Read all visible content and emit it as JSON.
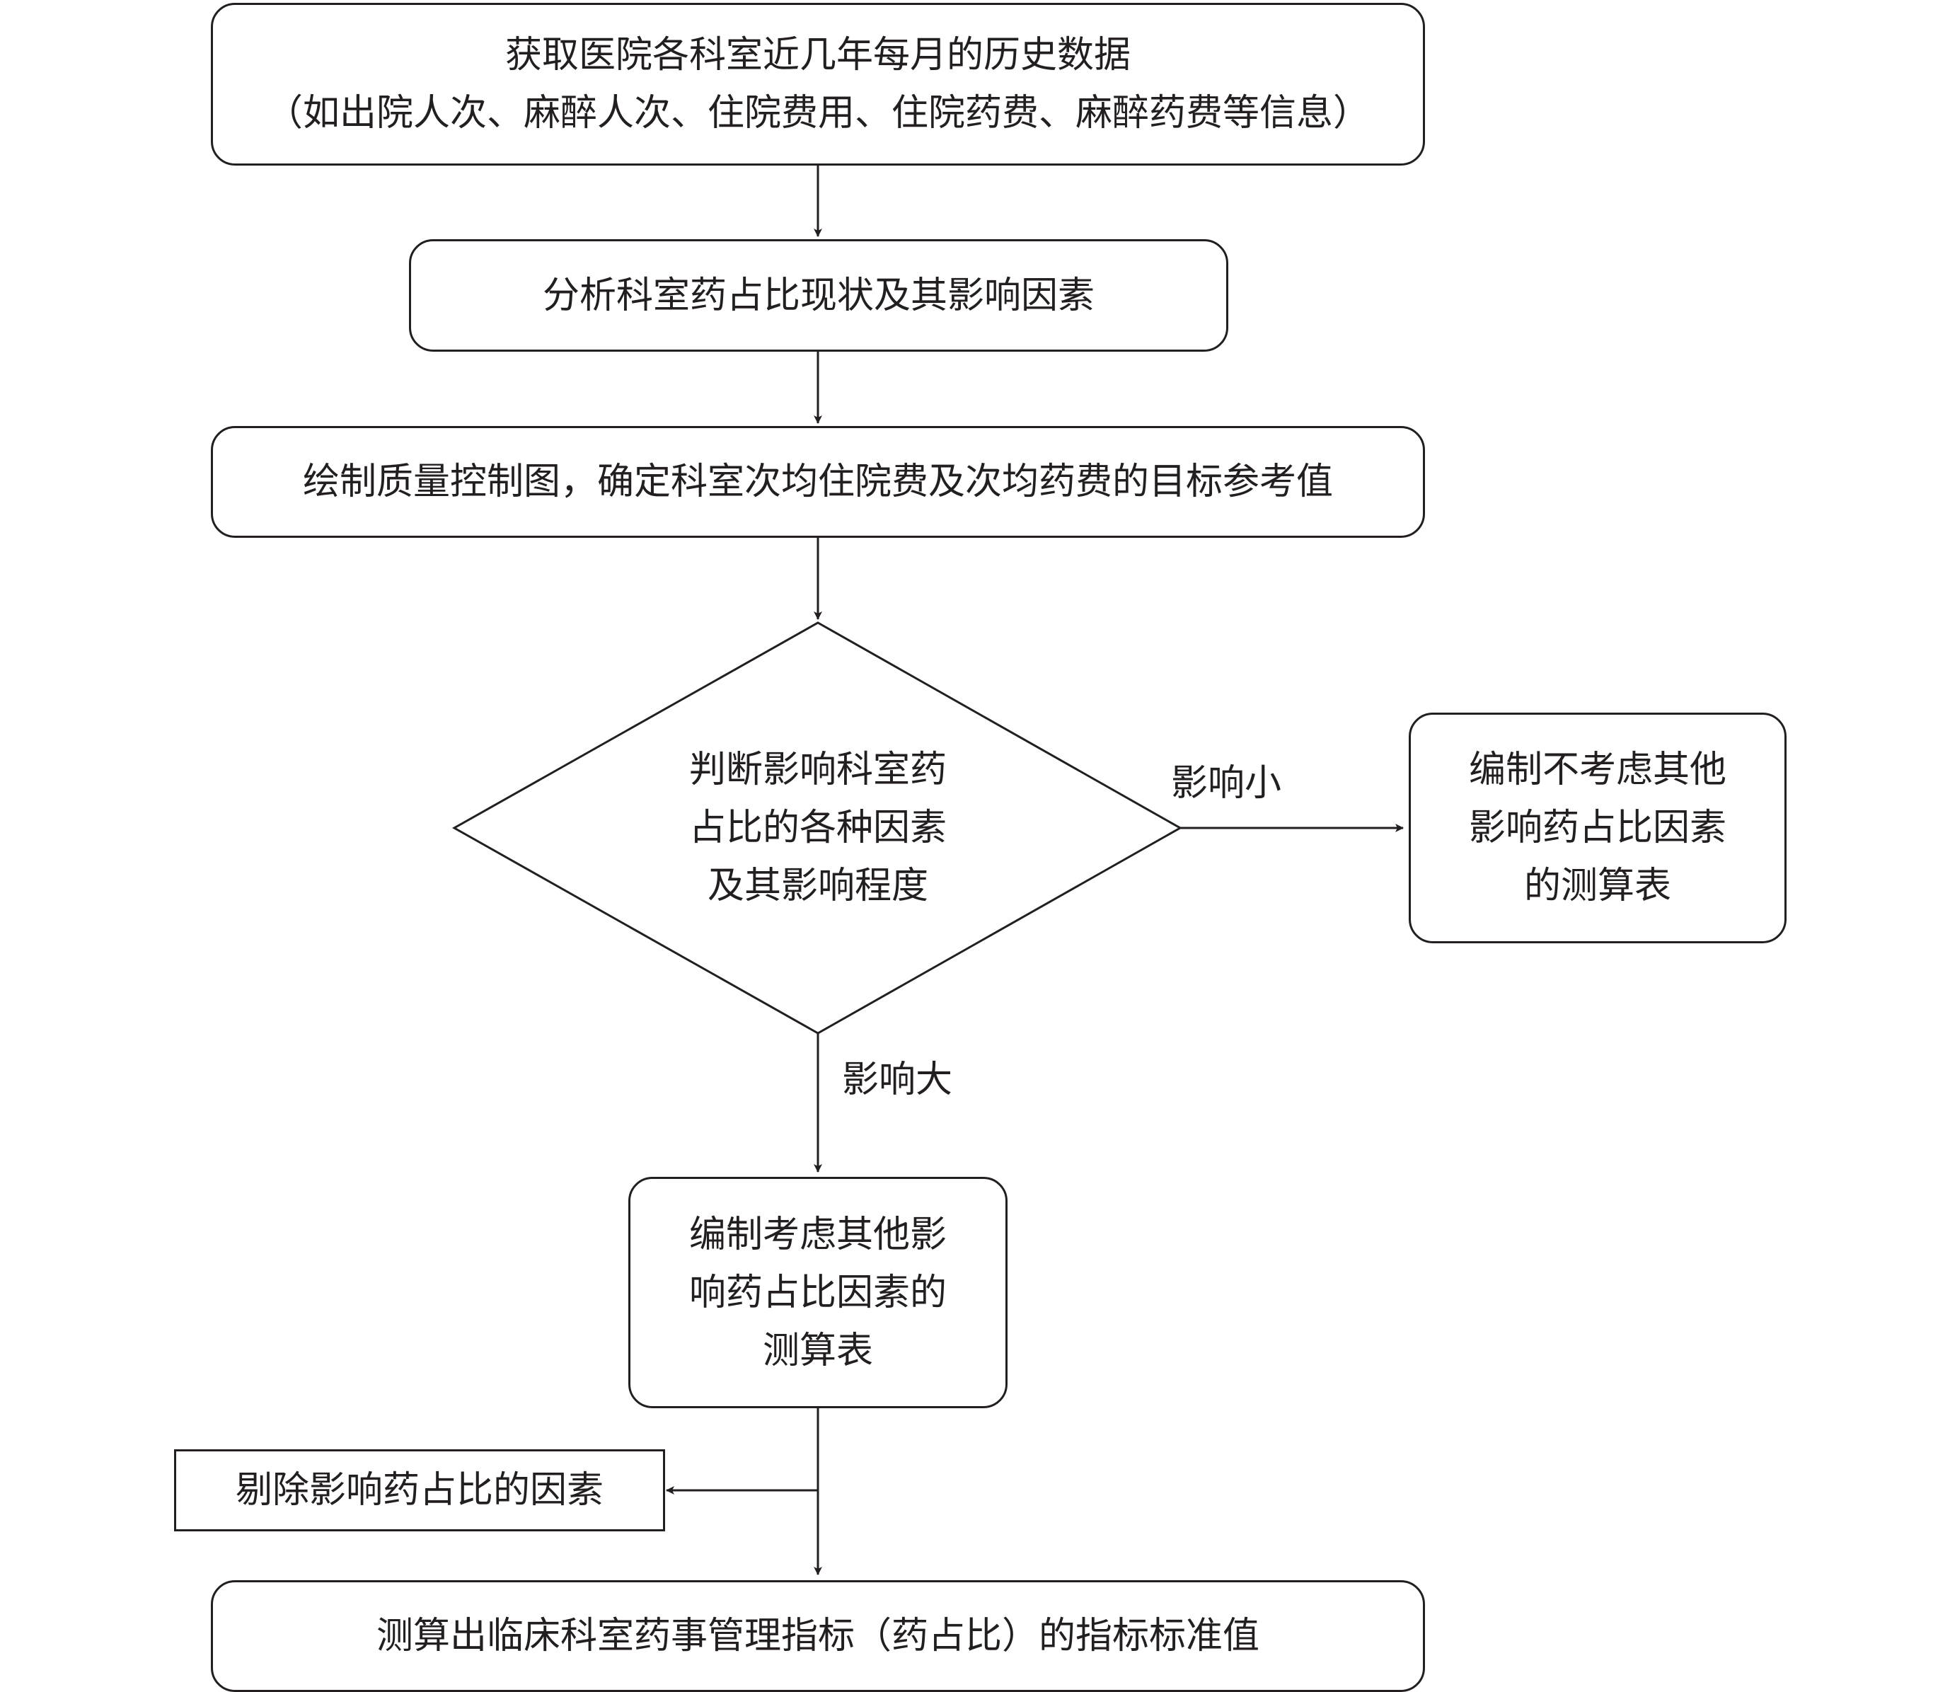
{
  "nodes": {
    "step1": {
      "lines": [
        "获取医院各科室近几年每月的历史数据",
        "（如出院人次、麻醉人次、住院费用、住院药费、麻醉药费等信息）"
      ]
    },
    "step2": {
      "lines": [
        "分析科室药占比现状及其影响因素"
      ]
    },
    "step3": {
      "lines": [
        "绘制质量控制图，确定科室次均住院费及次均药费的目标参考值"
      ]
    },
    "decision": {
      "lines": [
        "判断影响科室药",
        "占比的各种因素",
        "及其影响程度"
      ]
    },
    "branch_small": {
      "lines": [
        "编制不考虑其他",
        "影响药占比因素",
        "的测算表"
      ]
    },
    "branch_large": {
      "lines": [
        "编制考虑其他影",
        "响药占比因素的",
        "测算表"
      ]
    },
    "remove": {
      "lines": [
        "剔除影响药占比的因素"
      ]
    },
    "final": {
      "lines": [
        "测算出临床科室药事管理指标（药占比）的指标标准值"
      ]
    }
  },
  "edges": {
    "small_label": "影响小",
    "large_label": "影响大"
  },
  "colors": {
    "stroke": "#231f20",
    "background": "#ffffff"
  }
}
